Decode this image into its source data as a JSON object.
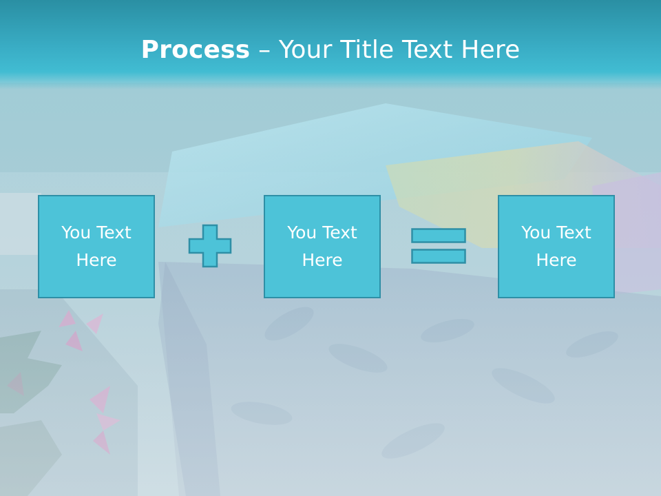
{
  "slide": {
    "title_bold": "Process",
    "title_rest": " – Your Title Text Here",
    "boxes": [
      {
        "text": "You Text Here"
      },
      {
        "text": "You Text Here"
      },
      {
        "text": "You Text Here"
      }
    ],
    "operators": [
      "plus-icon",
      "equals-icon"
    ],
    "colors": {
      "title_bar": "#3aaec6",
      "box_fill": "#4dc3d8",
      "box_border": "#2e8fa6",
      "text": "#ffffff"
    }
  }
}
